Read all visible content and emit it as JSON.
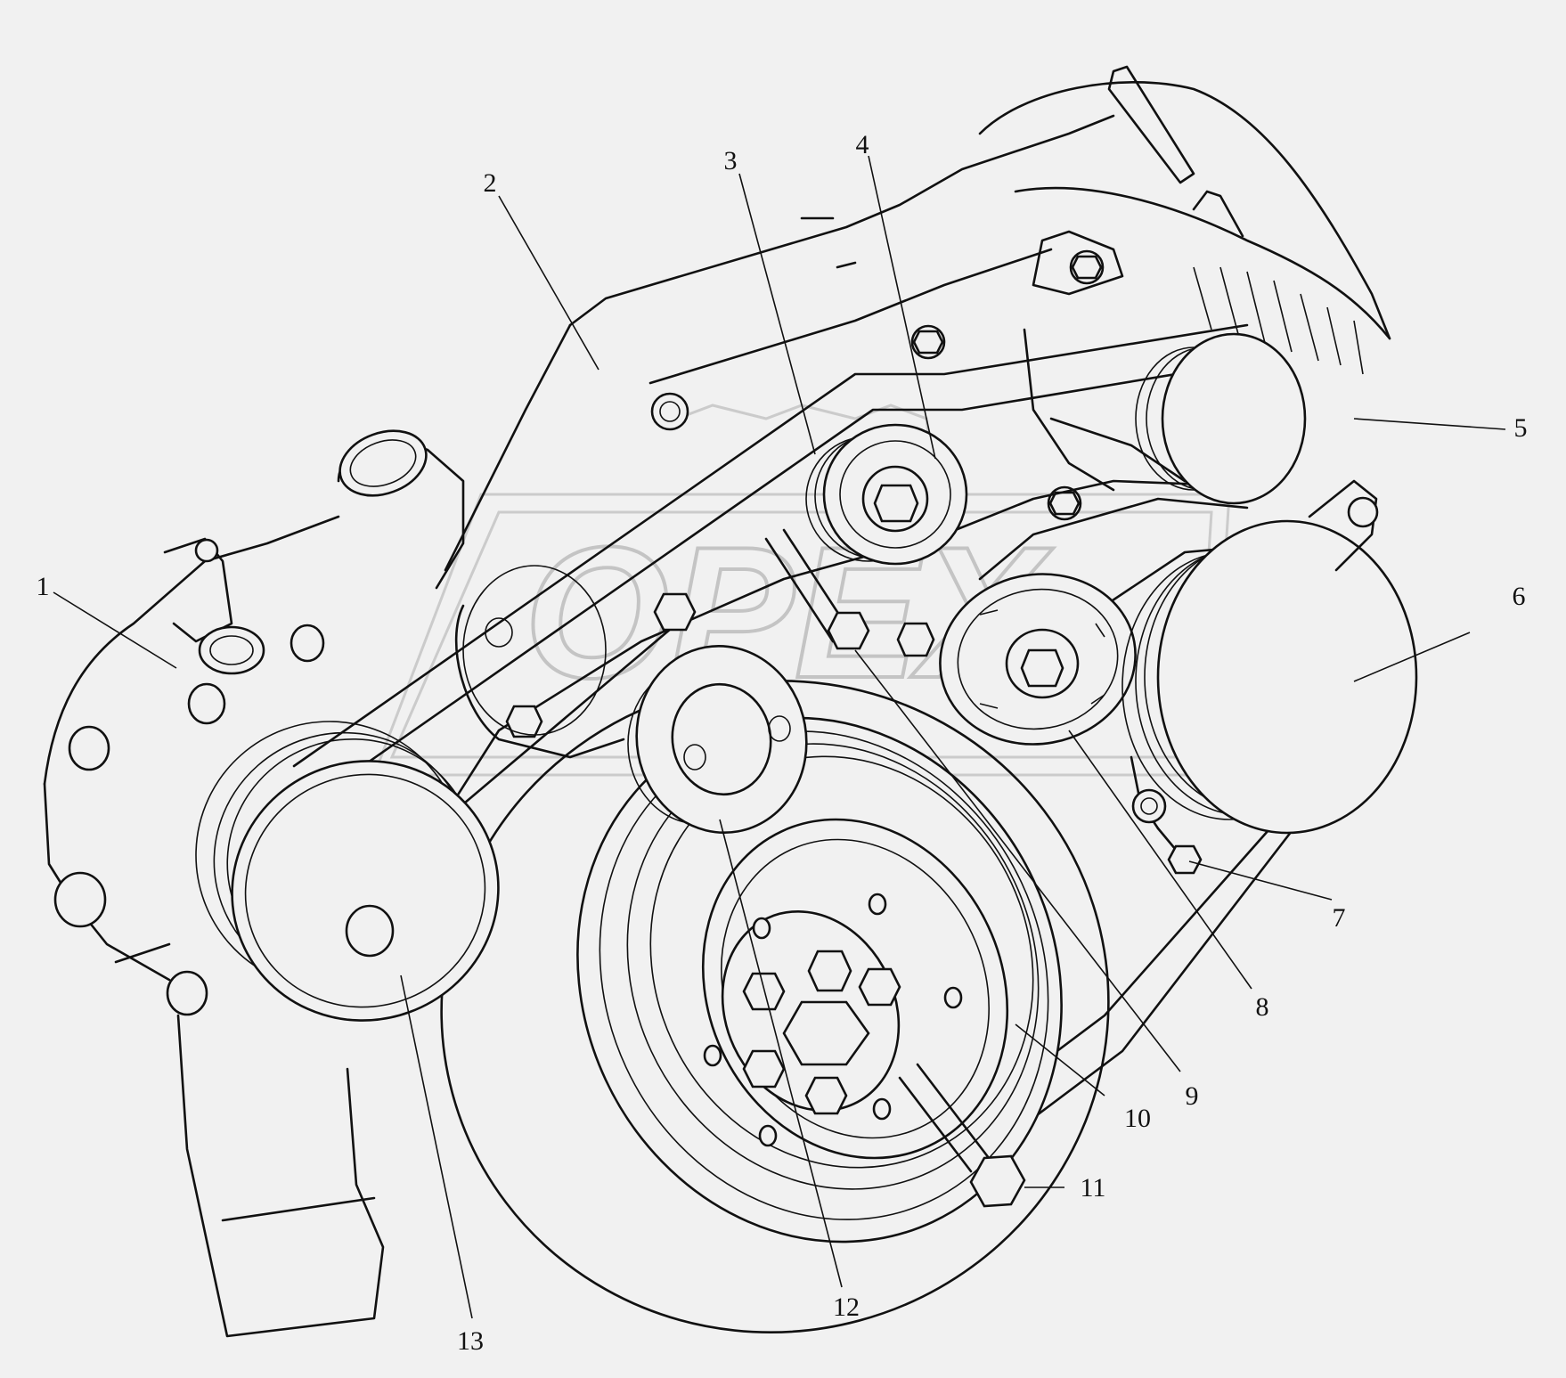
{
  "diagram": {
    "callouts": [
      {
        "id": "1",
        "label": "1"
      },
      {
        "id": "2",
        "label": "2"
      },
      {
        "id": "3",
        "label": "3"
      },
      {
        "id": "4",
        "label": "4"
      },
      {
        "id": "5",
        "label": "5"
      },
      {
        "id": "6",
        "label": "6"
      },
      {
        "id": "7",
        "label": "7"
      },
      {
        "id": "8",
        "label": "8"
      },
      {
        "id": "9",
        "label": "9"
      },
      {
        "id": "10",
        "label": "10"
      },
      {
        "id": "11",
        "label": "11"
      },
      {
        "id": "12",
        "label": "12"
      },
      {
        "id": "13",
        "label": "13"
      }
    ],
    "watermark": "OPEX",
    "colors": {
      "background": "#f1f1f1",
      "line": "#111111",
      "watermark": "#bdbdbd"
    }
  }
}
